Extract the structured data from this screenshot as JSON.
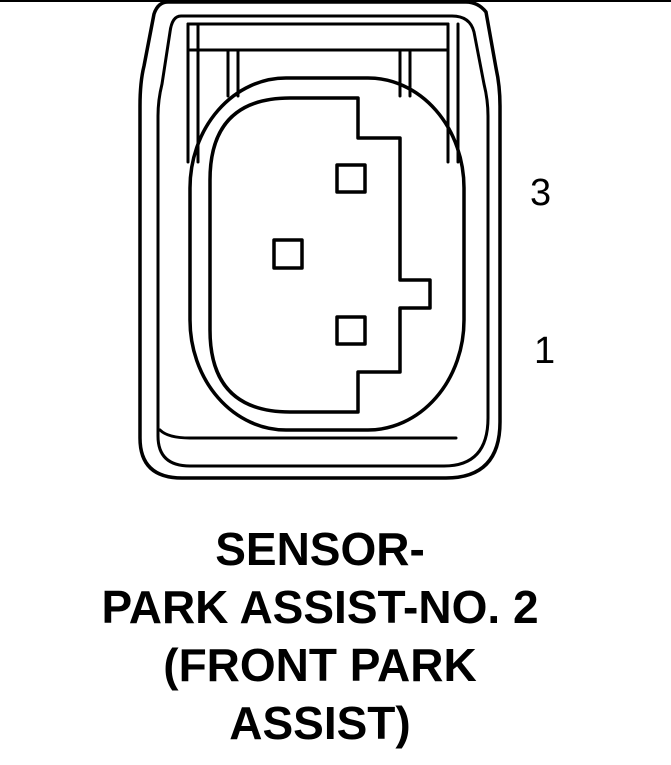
{
  "diagram": {
    "pin_labels": {
      "top": "3",
      "bottom": "1"
    },
    "caption_lines": [
      "SENSOR-",
      "PARK ASSIST-NO. 2",
      "(FRONT PARK",
      "ASSIST)"
    ],
    "colors": {
      "stroke": "#000000",
      "background": "#ffffff"
    }
  }
}
